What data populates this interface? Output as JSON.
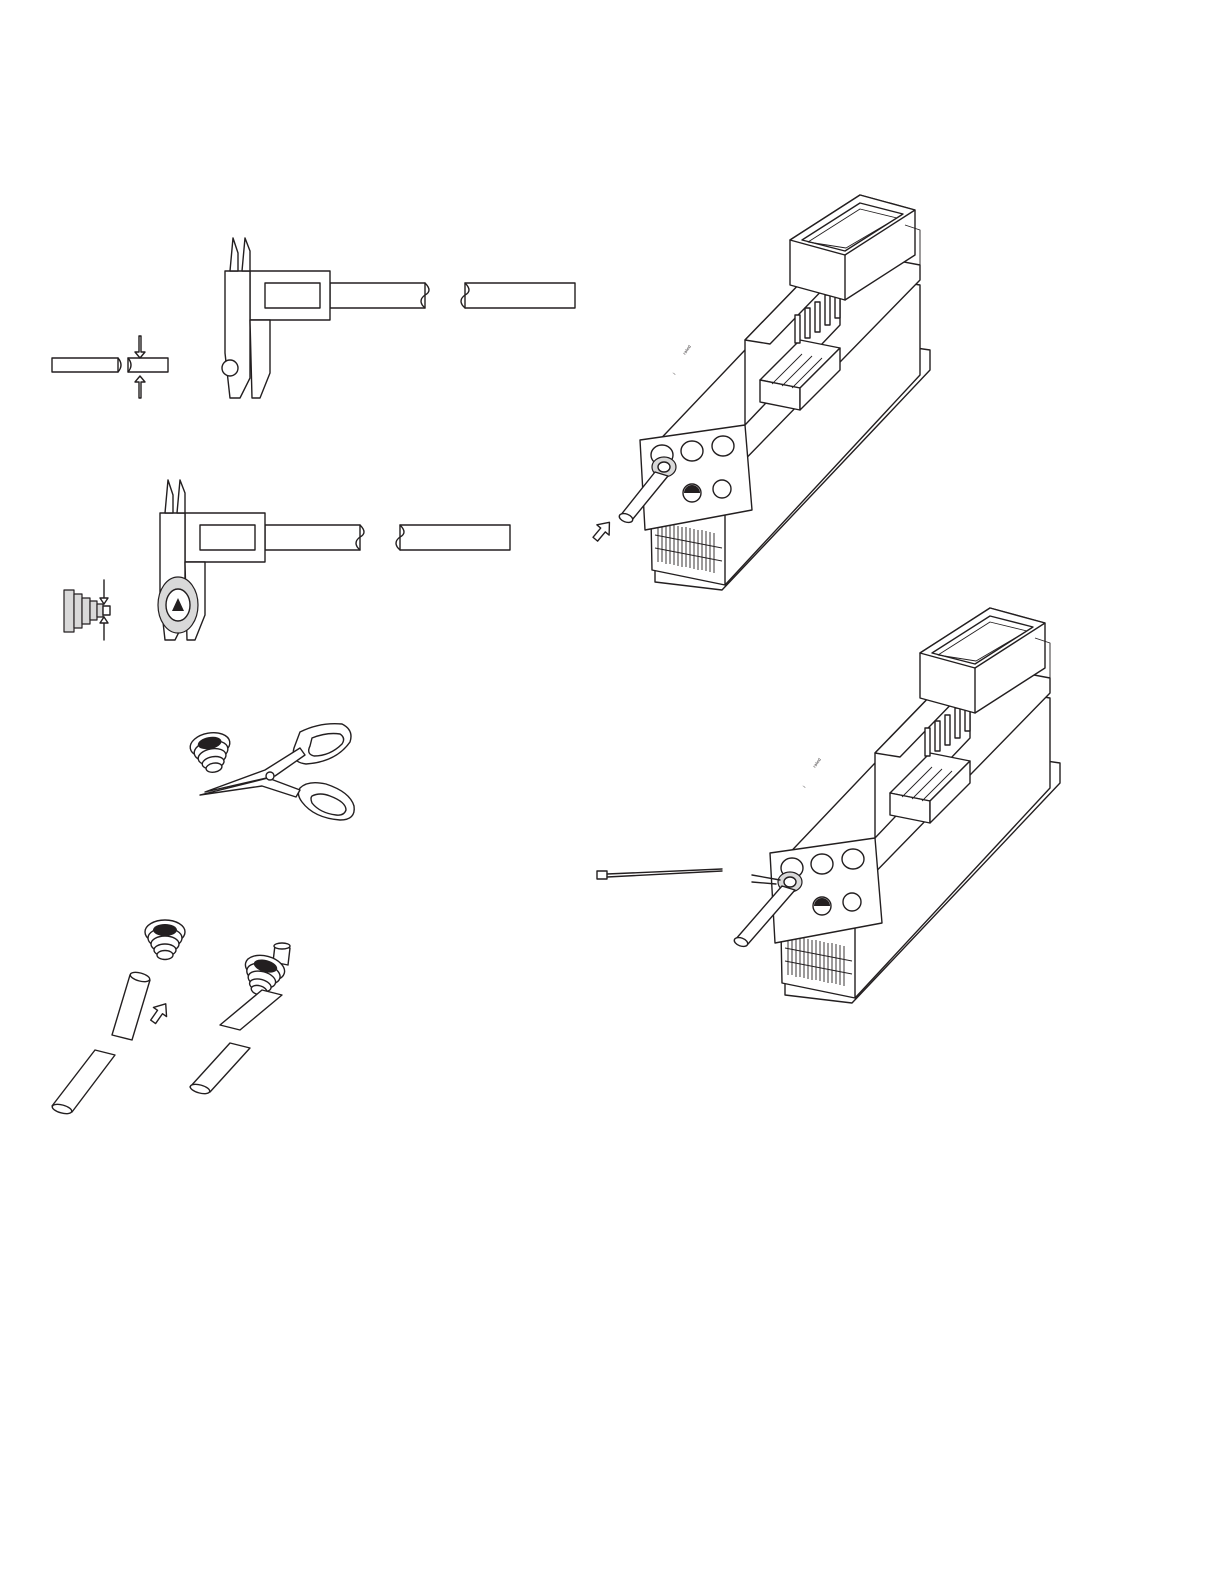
{
  "colors": {
    "ink": "#231f20",
    "shade": "#d9d9d9",
    "background": "#ffffff"
  },
  "steps": [
    {
      "id": "measure-cable-diameter",
      "icon": "caliper-measure-cable-icon"
    },
    {
      "id": "measure-grommet-step",
      "icon": "caliper-measure-grommet-icon"
    },
    {
      "id": "cut-grommet-tip",
      "icon": "scissors-cut-grommet-icon"
    },
    {
      "id": "push-cable-through-grommet",
      "icon": "grommet-on-cable-icon"
    },
    {
      "id": "insert-cable-into-drive",
      "icon": "drive-cable-insert-icon"
    },
    {
      "id": "secure-with-cable-tie",
      "icon": "drive-cable-tie-icon"
    }
  ]
}
